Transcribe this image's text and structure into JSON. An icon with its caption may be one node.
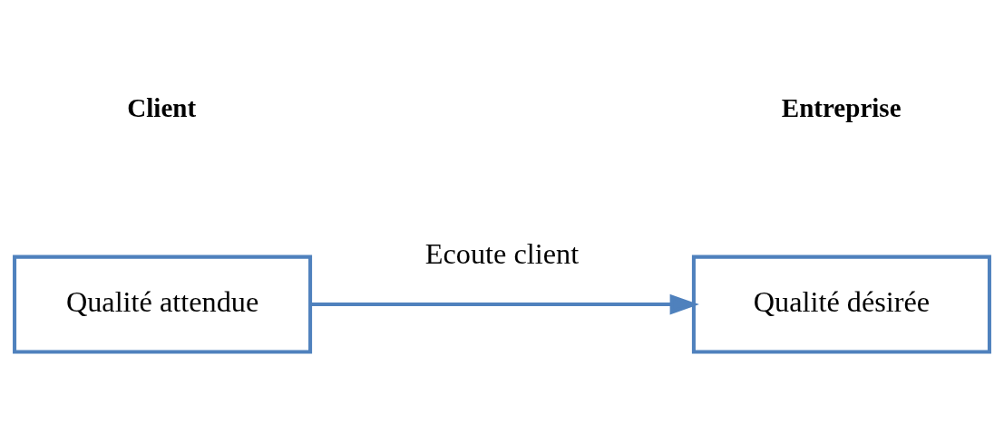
{
  "diagram": {
    "nodes": [
      {
        "text": [
          "Qualité attendue"
        ]
      },
      {
        "text": [
          "Qualité désirée"
        ]
      }
    ],
    "edges": [
      {
        "from": 0,
        "to": 1,
        "arrow": "to",
        "label": "Ecoute client"
      }
    ],
    "labels": [
      "Client",
      "Entreprise"
    ]
  }
}
